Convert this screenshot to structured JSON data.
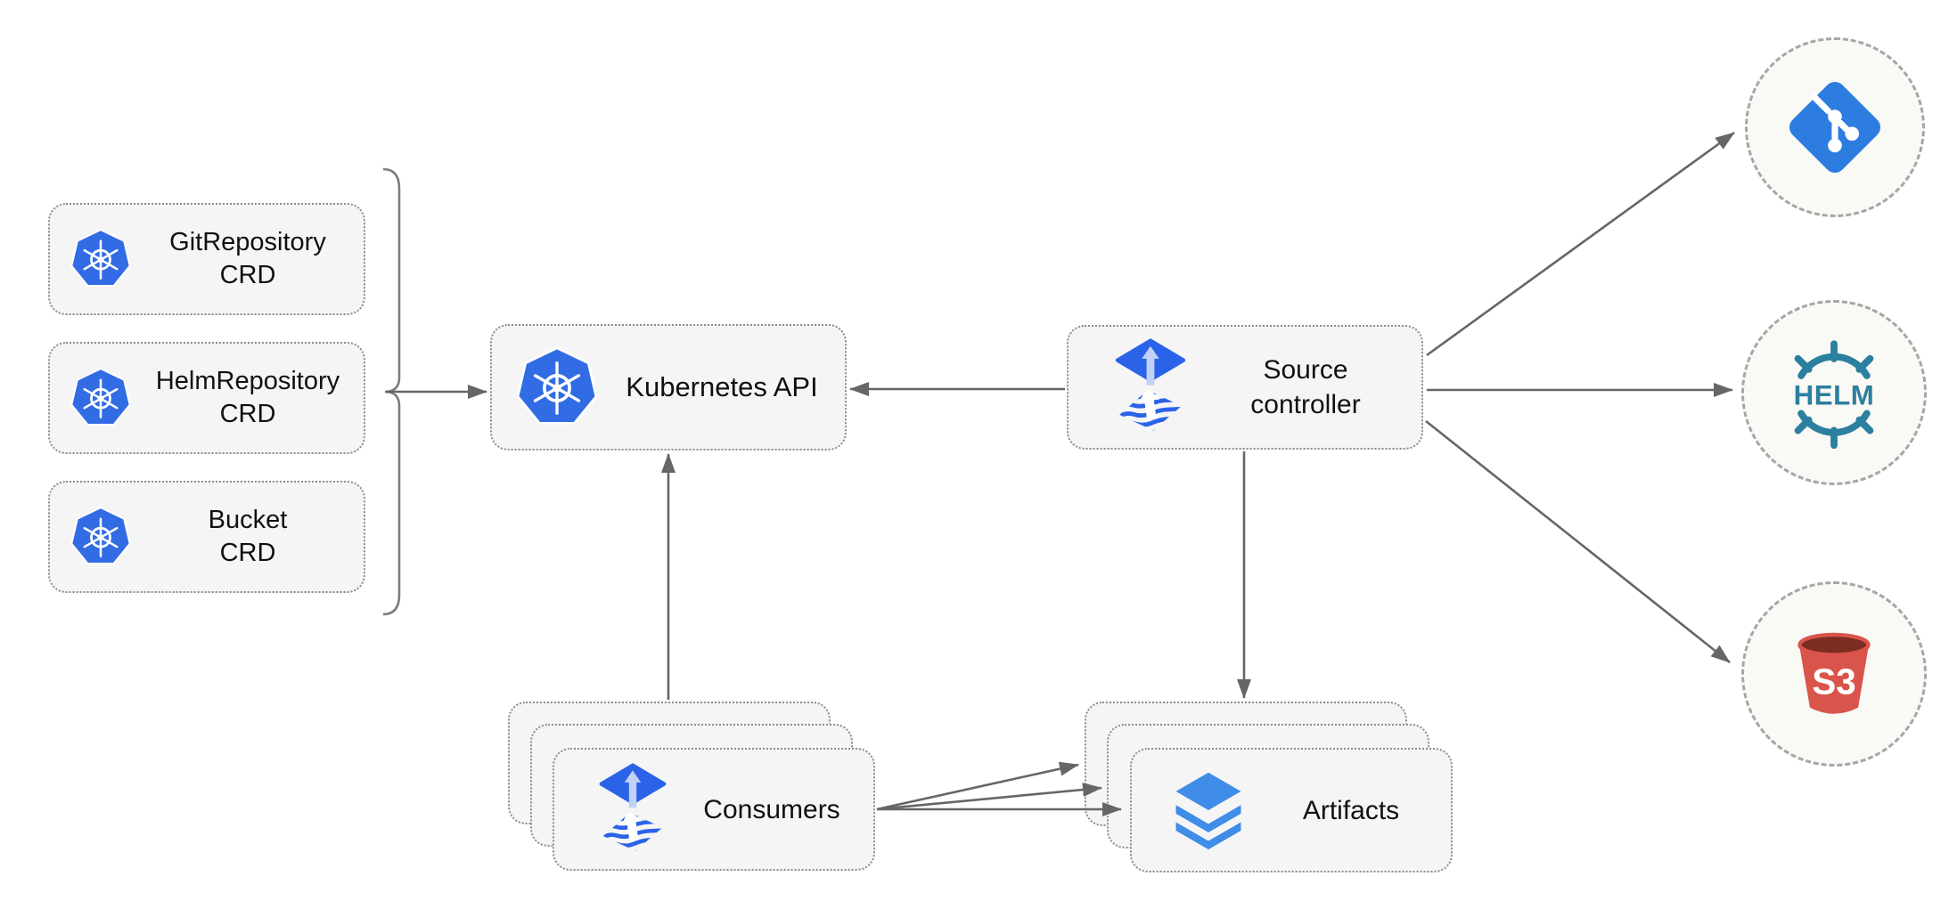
{
  "nodes": {
    "crds": [
      {
        "line1": "GitRepository",
        "line2": "CRD",
        "icon": "kubernetes-icon"
      },
      {
        "line1": "HelmRepository",
        "line2": "CRD",
        "icon": "kubernetes-icon"
      },
      {
        "line1": "Bucket",
        "line2": "CRD",
        "icon": "kubernetes-icon"
      }
    ],
    "kubernetes_api": {
      "label": "Kubernetes API",
      "icon": "kubernetes-icon"
    },
    "source_controller": {
      "line1": "Source",
      "line2": "controller",
      "icon": "flux-icon"
    },
    "consumers": {
      "label": "Consumers",
      "icon": "flux-icon"
    },
    "artifacts": {
      "label": "Artifacts",
      "icon": "layers-icon"
    },
    "externals": [
      {
        "name": "git",
        "icon": "git-icon",
        "label": ""
      },
      {
        "name": "helm",
        "icon": "helm-icon",
        "label": "HELM"
      },
      {
        "name": "s3",
        "icon": "s3-icon",
        "label": "S3"
      }
    ]
  },
  "colors": {
    "kubernetes_blue": "#326CE5",
    "flux_blue": "#2A63E8",
    "flux_arrow_light": "#C2D2F5",
    "git_blue": "#2D7DE1",
    "layers_blue": "#3F8DE8",
    "helm_teal": "#2B7F9F",
    "s3_red": "#D9544A",
    "s3_dark_red": "#7B2D22",
    "box_fill": "#F5F5F5",
    "box_border": "#8C8C8C",
    "connector_gray": "#666666"
  }
}
